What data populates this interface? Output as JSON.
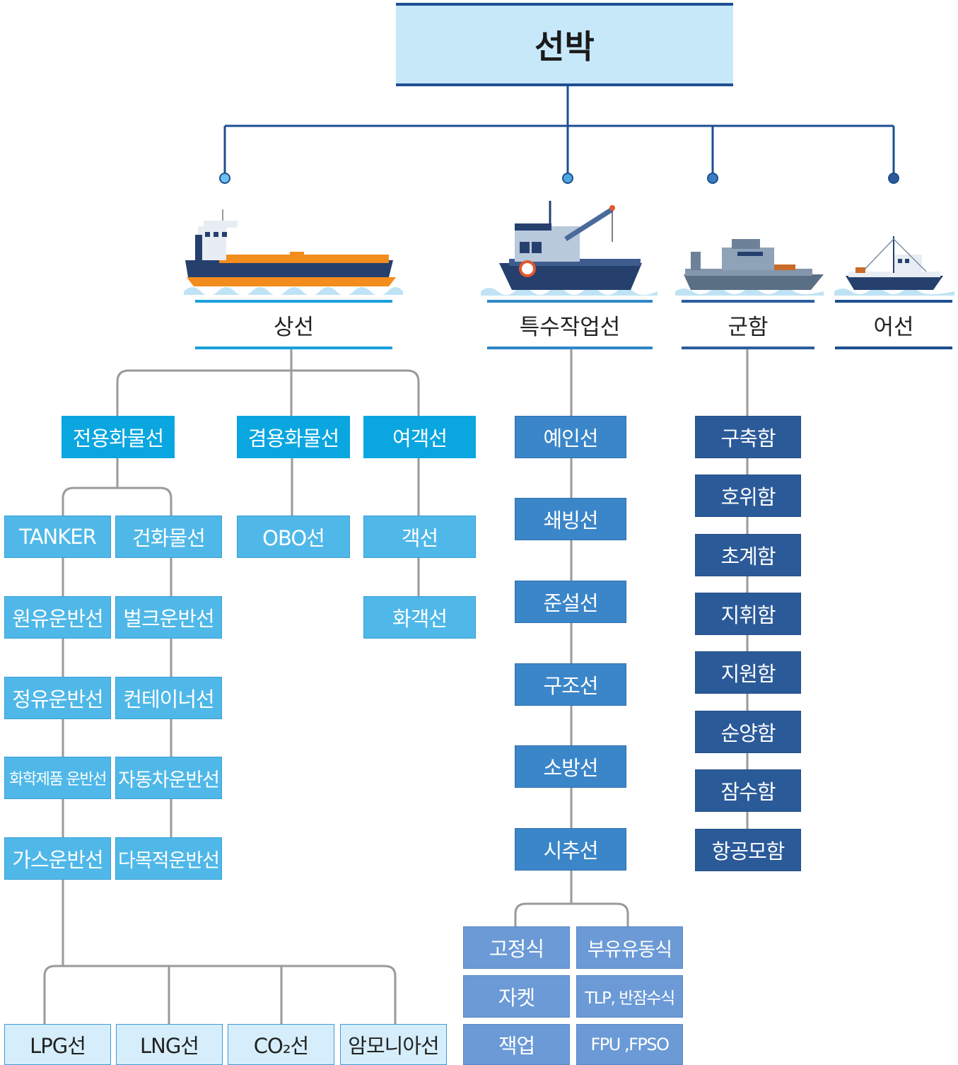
{
  "root": "선박",
  "categories": {
    "merchant": "상선",
    "special": "특수작업선",
    "naval": "군함",
    "fishing": "어선"
  },
  "merchant": {
    "dedicated": "전용화물선",
    "combined": "겸용화물선",
    "passenger": "여객선",
    "tanker": "TANKER",
    "dry_cargo": "건화물선",
    "obo": "OBO선",
    "passenger_ship": "객선",
    "ro_pax": "화객선",
    "tanker_list": [
      "원유운반선",
      "정유운반선",
      "화학제품 운반선",
      "가스운반선"
    ],
    "dry_list": [
      "벌크운반선",
      "컨테이너선",
      "자동차운반선",
      "다목적운반선"
    ],
    "gas_list": [
      "LPG선",
      "LNG선",
      "CO₂선",
      "암모니아선"
    ]
  },
  "special": {
    "list": [
      "예인선",
      "쇄빙선",
      "준설선",
      "구조선",
      "소방선",
      "시추선"
    ],
    "drill": [
      "고정식",
      "자켓",
      "잭업",
      "부유유동식",
      "TLP, 반잠수식",
      "FPU ,FPSO"
    ]
  },
  "naval": {
    "list": [
      "구축함",
      "호위함",
      "초계함",
      "지휘함",
      "지원함",
      "순양함",
      "잠수함",
      "항공모함"
    ]
  },
  "colors": {
    "navy": "#1d4f91",
    "cyan": "#0aa6e0",
    "light_cyan": "#4fb8e8",
    "steel_blue": "#3b86c9",
    "dark_blue": "#2b5a99",
    "pale": "#d6eefb"
  },
  "icons": [
    "cargo-ship-icon",
    "crane-workboat-icon",
    "warship-icon",
    "fishing-boat-icon"
  ]
}
